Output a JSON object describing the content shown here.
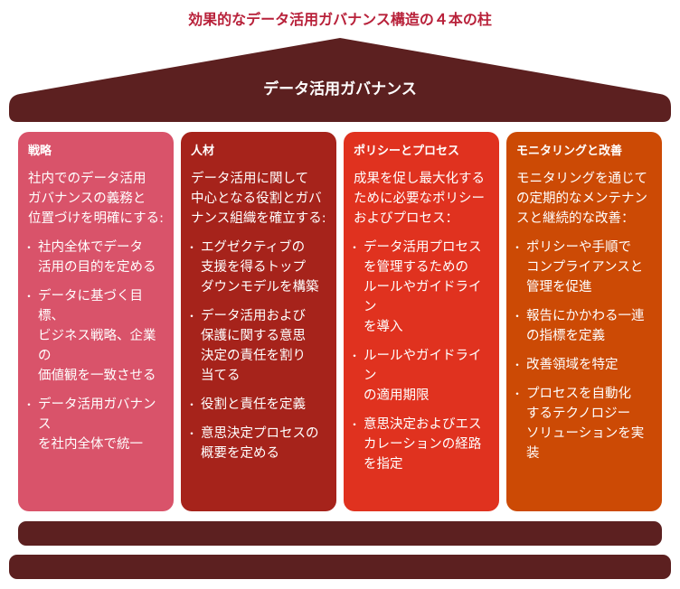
{
  "title": "効果的なデータ活用ガバナンス構造の４本の柱",
  "roof_label": "データ活用ガバナンス",
  "colors": {
    "roof": "#5c2020",
    "title": "#b8213a",
    "pillars": [
      "#d9536a",
      "#a6231b",
      "#e0321f",
      "#cc4a05"
    ]
  },
  "pillars": [
    {
      "heading": "戦略",
      "intro": "社内でのデータ活用\nガバナンスの義務と\n位置づけを明確にする:",
      "items": [
        "社内全体でデータ\n活用の目的を定める",
        "データに基づく目標、\nビジネス戦略、企業の\n価値観を一致させる",
        "データ活用ガバナンス\nを社内全体で統一"
      ]
    },
    {
      "heading": "人材",
      "intro": "データ活用に関して\n中心となる役割とガバ\nナンス組織を確立する:",
      "items": [
        "エグゼクティブの\n支援を得るトップ\nダウンモデルを構築",
        "データ活用および\n保護に関する意思\n決定の責任を割り\n当てる",
        "役割と責任を定義",
        "意思決定プロセスの\n概要を定める"
      ]
    },
    {
      "heading": "ポリシーとプロセス",
      "intro": "成果を促し最大化する\nために必要なポリシー\nおよびプロセス：",
      "items": [
        "データ活用プロセス\nを管理するための\nルールやガイドライン\nを導入",
        "ルールやガイドライン\nの適用期限",
        "意思決定およびエス\nカレーションの経路\nを指定"
      ]
    },
    {
      "heading": "モニタリングと改善",
      "intro": "モニタリングを通じて\nの定期的なメンテナン\nスと継続的な改善：",
      "items": [
        "ポリシーや手順で\nコンプライアンスと\n管理を促進",
        "報告にかかわる一連\nの指標を定義",
        "改善領域を特定",
        "プロセスを自動化\nするテクノロジー\nソリューションを実装"
      ]
    }
  ]
}
